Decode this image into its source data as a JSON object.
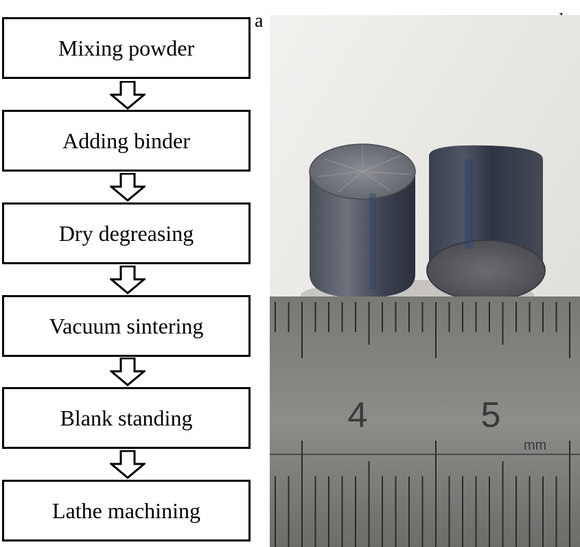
{
  "panel_labels": {
    "a": "a",
    "b": "b"
  },
  "flowchart": {
    "steps": [
      {
        "label": "Mixing powder"
      },
      {
        "label": "Adding binder"
      },
      {
        "label": "Dry degreasing"
      },
      {
        "label": "Vacuum sintering"
      },
      {
        "label": "Blank standing"
      },
      {
        "label": "Lathe machining"
      }
    ]
  },
  "photo": {
    "ruler": {
      "numbers": [
        "4",
        "5"
      ],
      "unit": "mm"
    }
  }
}
